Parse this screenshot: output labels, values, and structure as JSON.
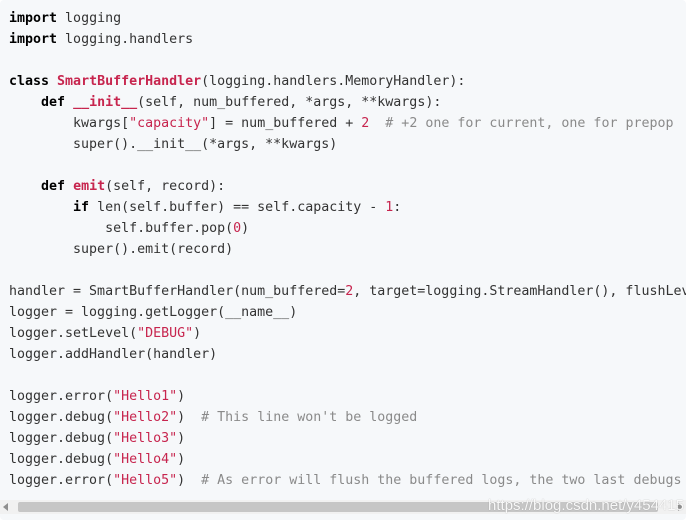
{
  "colors": {
    "background": "#f6f8fa",
    "text": "#333333",
    "keyword": "#000000",
    "string": "#c7254e",
    "comment": "#8a8a8a"
  },
  "code": {
    "lines": [
      [
        {
          "t": "import",
          "k": "kw"
        },
        {
          "t": " logging",
          "k": "plain"
        }
      ],
      [
        {
          "t": "import",
          "k": "kw"
        },
        {
          "t": " logging.handlers",
          "k": "plain"
        }
      ],
      [],
      [
        {
          "t": "class",
          "k": "kw"
        },
        {
          "t": " ",
          "k": "plain"
        },
        {
          "t": "SmartBufferHandler",
          "k": "cls"
        },
        {
          "t": "(logging.handlers.MemoryHandler):",
          "k": "plain"
        }
      ],
      [
        {
          "t": "    ",
          "k": "plain"
        },
        {
          "t": "def",
          "k": "kw"
        },
        {
          "t": " ",
          "k": "plain"
        },
        {
          "t": "__init__",
          "k": "cls"
        },
        {
          "t": "(self, num_buffered, *args, **kwargs):",
          "k": "plain"
        }
      ],
      [
        {
          "t": "        kwargs[",
          "k": "plain"
        },
        {
          "t": "\"capacity\"",
          "k": "str"
        },
        {
          "t": "] = num_buffered + ",
          "k": "plain"
        },
        {
          "t": "2",
          "k": "num"
        },
        {
          "t": "  ",
          "k": "plain"
        },
        {
          "t": "# +2 one for current, one for prepop",
          "k": "com"
        }
      ],
      [
        {
          "t": "        super().__init__(*args, **kwargs)",
          "k": "plain"
        }
      ],
      [],
      [
        {
          "t": "    ",
          "k": "plain"
        },
        {
          "t": "def",
          "k": "kw"
        },
        {
          "t": " ",
          "k": "plain"
        },
        {
          "t": "emit",
          "k": "cls"
        },
        {
          "t": "(self, record):",
          "k": "plain"
        }
      ],
      [
        {
          "t": "        ",
          "k": "plain"
        },
        {
          "t": "if",
          "k": "kw"
        },
        {
          "t": " len(self.buffer) == self.capacity - ",
          "k": "plain"
        },
        {
          "t": "1",
          "k": "num"
        },
        {
          "t": ":",
          "k": "plain"
        }
      ],
      [
        {
          "t": "            self.buffer.pop(",
          "k": "plain"
        },
        {
          "t": "0",
          "k": "num"
        },
        {
          "t": ")",
          "k": "plain"
        }
      ],
      [
        {
          "t": "        super().emit(record)",
          "k": "plain"
        }
      ],
      [],
      [
        {
          "t": "handler = SmartBufferHandler(num_buffered=",
          "k": "plain"
        },
        {
          "t": "2",
          "k": "num"
        },
        {
          "t": ", target=logging.StreamHandler(), flushLevel=",
          "k": "plain"
        }
      ],
      [
        {
          "t": "logger = logging.getLogger(__name__)",
          "k": "plain"
        }
      ],
      [
        {
          "t": "logger.setLevel(",
          "k": "plain"
        },
        {
          "t": "\"DEBUG\"",
          "k": "str"
        },
        {
          "t": ")",
          "k": "plain"
        }
      ],
      [
        {
          "t": "logger.addHandler(handler)",
          "k": "plain"
        }
      ],
      [],
      [
        {
          "t": "logger.error(",
          "k": "plain"
        },
        {
          "t": "\"Hello1\"",
          "k": "str"
        },
        {
          "t": ")",
          "k": "plain"
        }
      ],
      [
        {
          "t": "logger.debug(",
          "k": "plain"
        },
        {
          "t": "\"Hello2\"",
          "k": "str"
        },
        {
          "t": ")  ",
          "k": "plain"
        },
        {
          "t": "# This line won't be logged",
          "k": "com"
        }
      ],
      [
        {
          "t": "logger.debug(",
          "k": "plain"
        },
        {
          "t": "\"Hello3\"",
          "k": "str"
        },
        {
          "t": ")",
          "k": "plain"
        }
      ],
      [
        {
          "t": "logger.debug(",
          "k": "plain"
        },
        {
          "t": "\"Hello4\"",
          "k": "str"
        },
        {
          "t": ")",
          "k": "plain"
        }
      ],
      [
        {
          "t": "logger.error(",
          "k": "plain"
        },
        {
          "t": "\"Hello5\"",
          "k": "str"
        },
        {
          "t": ")  ",
          "k": "plain"
        },
        {
          "t": "# As error will flush the buffered logs, the two last debugs wil",
          "k": "com"
        }
      ]
    ]
  },
  "scrollbar": {
    "left_arrow_icon": "triangle-left-icon",
    "right_arrow_icon": "triangle-right-icon"
  },
  "watermark": {
    "text": "https://blog.csdn.net/y454415"
  }
}
